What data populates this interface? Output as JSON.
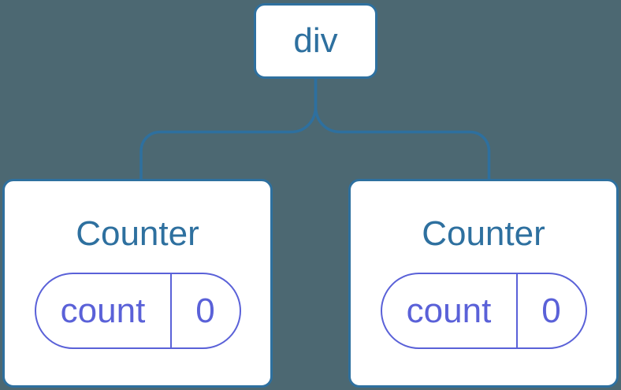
{
  "colors": {
    "background": "#4C6872",
    "blue": "#2E709F",
    "purple": "#5A61D8",
    "card-bg": "#FFFFFF"
  },
  "diagram": {
    "description": "component tree",
    "root": {
      "label": "div"
    },
    "children": [
      {
        "title": "Counter",
        "state_key": "count",
        "state_value": "0"
      },
      {
        "title": "Counter",
        "state_key": "count",
        "state_value": "0"
      }
    ]
  }
}
